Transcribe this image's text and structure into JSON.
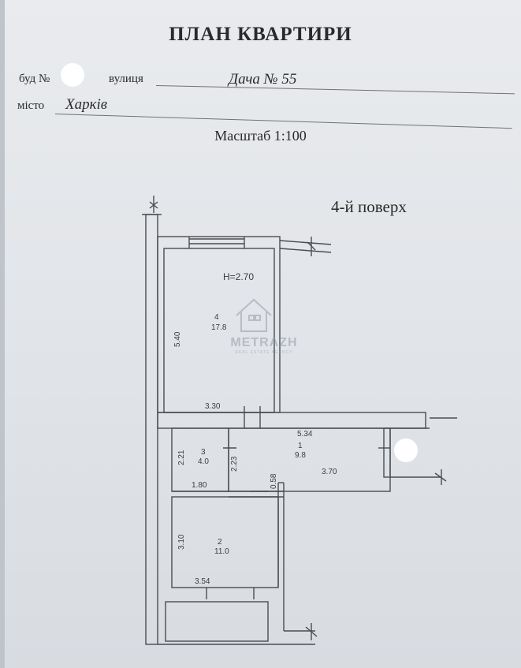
{
  "document": {
    "title": "ПЛАН КВАРТИРИ",
    "building_label": "буд №",
    "street_label": "вулиця",
    "street_value": "Дача № 55",
    "city_label": "місто",
    "city_value": "Харків",
    "scale": "Масштаб 1:100",
    "floor": "4-й поверх"
  },
  "plan": {
    "height_note": "H=2.70",
    "rooms": [
      {
        "number": "4",
        "area": "17.8"
      },
      {
        "number": "3",
        "area": "4.0"
      },
      {
        "number": "1",
        "area": "9.8"
      },
      {
        "number": "2",
        "area": "11.0"
      }
    ],
    "dimensions": {
      "room4_height": "5.40",
      "room4_width": "3.30",
      "corridor_width": "5.34",
      "room3_height": "2.21",
      "room3_width": "1.80",
      "corridor_height": "2.23",
      "step": "0.58",
      "corridor_lower": "3.70",
      "room2_height": "3.10",
      "room2_width": "3.54"
    }
  },
  "watermark": {
    "name": "METRAZH",
    "tagline": "REAL ESTATE AGENCY"
  }
}
